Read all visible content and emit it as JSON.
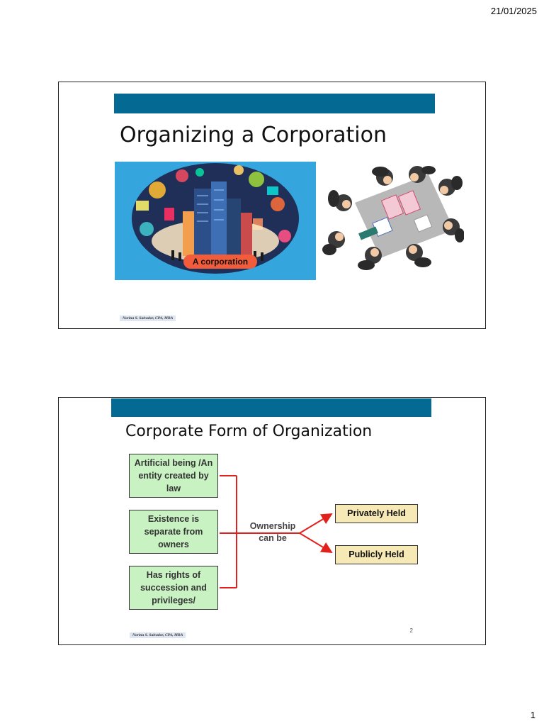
{
  "header": {
    "date": "21/01/2025"
  },
  "page": {
    "number": "1"
  },
  "slide1": {
    "title": "Organizing a Corporation",
    "image_caption": "A corporation",
    "footer_author": "Norina S. Salvador, CPA, MBA"
  },
  "slide2": {
    "title": "Corporate Form of Organization",
    "box_a": "Artificial being /An entity created by law",
    "box_b": "Existence is separate from owners",
    "box_c": "Has rights of succession and privileges/",
    "connector_label": "Ownership can be",
    "privately": "Privately Held",
    "publicly": "Publicly Held",
    "slide_number": "2",
    "footer_author": "Norina S. Salvador, CPA, MBA"
  },
  "colors": {
    "accent_bar": "#046a93",
    "green_box": "#c9f2c3",
    "yellow_box": "#f7e9b5",
    "arrow": "#e3211c"
  }
}
